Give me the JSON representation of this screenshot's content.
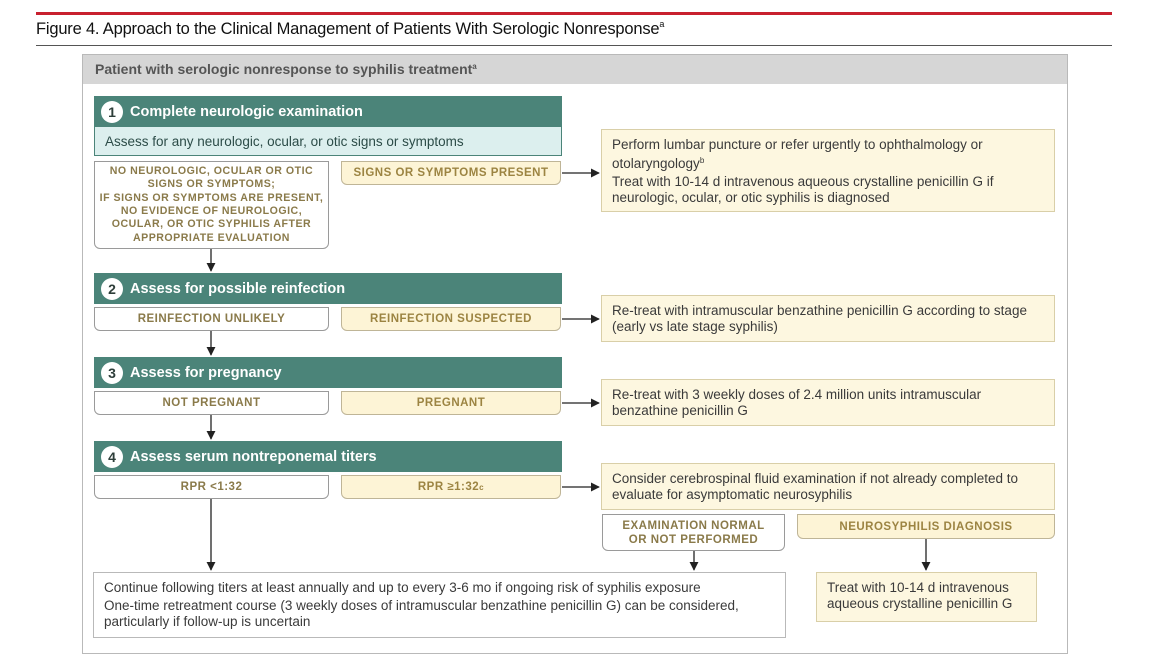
{
  "figure": {
    "title": "Figure 4. Approach to the Clinical Management of Patients With Serologic Nonresponse",
    "title_sup": "a"
  },
  "panel": {
    "header": "Patient with serologic nonresponse to syphilis treatment",
    "header_sup": "a"
  },
  "step1": {
    "num": "1",
    "title": "Complete neurologic examination",
    "sub": "Assess for any neurologic, ocular, or otic signs or symptoms",
    "left": "NO NEUROLOGIC, OCULAR OR OTIC\nSIGNS OR SYMPTOMS;\nIF SIGNS OR SYMPTOMS ARE PRESENT,\nNO EVIDENCE OF NEUROLOGIC,\nOCULAR, OR OTIC SYPHILIS AFTER\nAPPROPRIATE EVALUATION",
    "right": "SIGNS OR SYMPTOMS PRESENT",
    "action_line1": "Perform lumbar puncture or refer urgently to ophthalmology or otolaryngology",
    "action_line1_sup": "b",
    "action_line2": "Treat with 10-14 d intravenous aqueous crystalline penicillin G if neurologic, ocular, or otic syphilis is diagnosed"
  },
  "step2": {
    "num": "2",
    "title": "Assess for possible reinfection",
    "left": "REINFECTION UNLIKELY",
    "right": "REINFECTION SUSPECTED",
    "action": "Re-treat with intramuscular benzathine penicillin G according to stage (early vs late stage syphilis)"
  },
  "step3": {
    "num": "3",
    "title": "Assess for pregnancy",
    "left": "NOT PREGNANT",
    "right": "PREGNANT",
    "action": "Re-treat with 3 weekly doses of 2.4 million units intramuscular benzathine penicillin G"
  },
  "step4": {
    "num": "4",
    "title": "Assess serum nontreponemal titers",
    "left": "RPR <1:32",
    "right": "RPR ≥1:32",
    "right_sup": "c",
    "action": "Consider cerebrospinal fluid examination if not already completed to evaluate for asymptomatic neurosyphilis",
    "exam_normal": "EXAMINATION NORMAL\nOR NOT PERFORMED",
    "neuro_dx": "NEUROSYPHILIS DIAGNOSIS"
  },
  "outcome": {
    "line1": "Continue following titers at least annually and up to every 3-6 mo if ongoing risk of syphilis exposure",
    "line2": "One-time retreatment course (3 weekly doses of intramuscular benzathine penicillin G) can be considered, particularly if follow-up is uncertain",
    "treat": "Treat with 10-14 d intravenous aqueous crystalline penicillin G"
  },
  "colors": {
    "accent_red": "#c8202f",
    "step_teal": "#4b8479",
    "light_teal": "#dcefee",
    "cream": "#fdf4d6",
    "label_gold": "#9c8442"
  }
}
